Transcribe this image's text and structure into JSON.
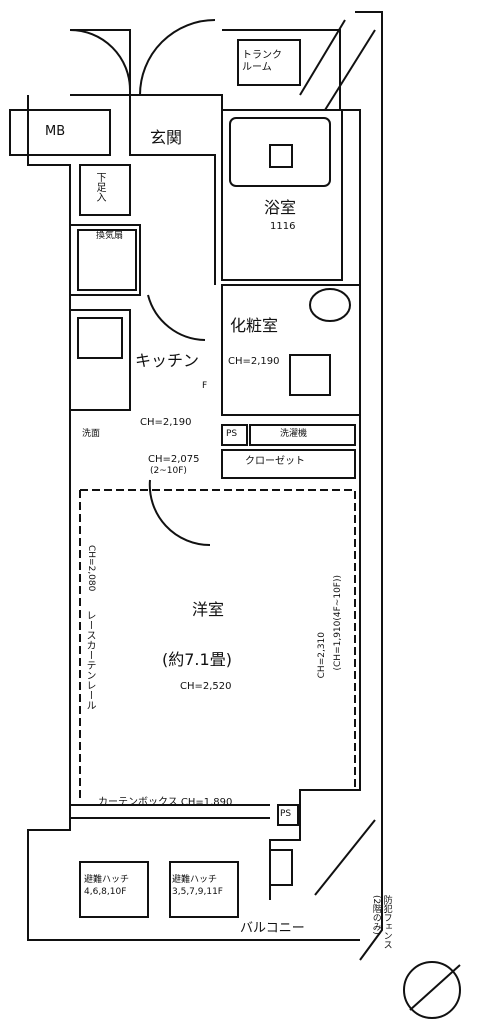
{
  "rooms": {
    "mb": "MB",
    "trunk_room": "トランク\nルーム",
    "genkan": "玄関",
    "shita_ashi": "下足入",
    "yokushitsu": "浴室",
    "bath_size": "1116",
    "kesho": "化粧室",
    "kitchen": "キッチン",
    "kitchen_ch": "CH=2,190",
    "kesho_ch": "CH=2,190",
    "ps1": "PS",
    "kakudai": "洗濯機",
    "closet": "クローゼット",
    "closet_ch": "CH=2,075",
    "closet_ch_sub": "(2~10F)",
    "western": "洋室",
    "western_size": "(約7.1畳)",
    "western_ch": "CH=2,520",
    "left_ch": "CH=2,080",
    "rail": "レースカーテンレール",
    "right_ch": "CH=2,310",
    "right_ch_sub": "(CH=1,910(4F~10F))",
    "curtain_box": "カーテンボックス CH=1,890",
    "ps2": "PS",
    "hatch1": "避難ハッチ\n4,6,8,10F",
    "hatch2": "避難ハッチ\n3,5,7,9,11F",
    "balcony": "バルコニー",
    "fence": "防犯フェンス\n(2階のみ)",
    "washroom_lbl": "洗面",
    "kitchen_icons": "換気扇",
    "fan_label": "F"
  }
}
